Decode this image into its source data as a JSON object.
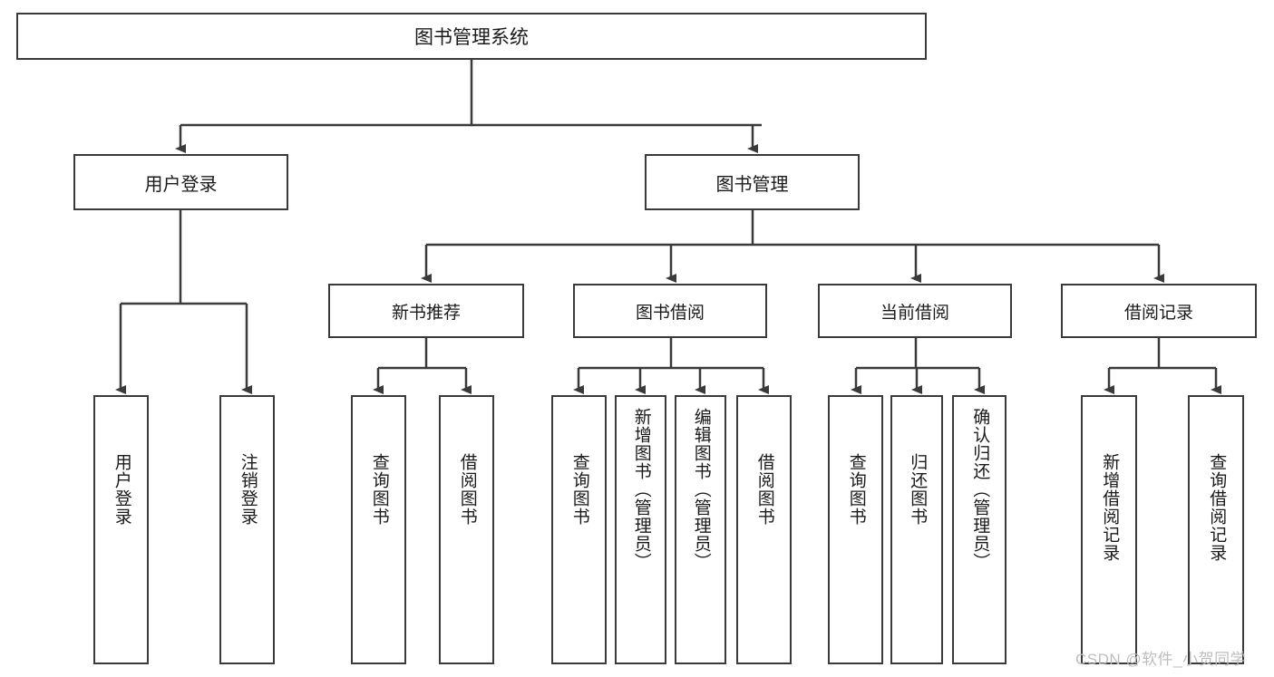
{
  "diagram": {
    "title": "图书管理系统",
    "type": "tree-hierarchy",
    "root": {
      "label": "图书管理系统"
    },
    "level2": [
      {
        "label": "用户登录"
      },
      {
        "label": "图书管理"
      }
    ],
    "level3": [
      {
        "label": "新书推荐"
      },
      {
        "label": "图书借阅"
      },
      {
        "label": "当前借阅"
      },
      {
        "label": "借阅记录"
      }
    ],
    "leaves": {
      "user_login": [
        {
          "label": "用户登录"
        },
        {
          "label": "注销登录"
        }
      ],
      "new_book_recommend": [
        {
          "label": "查询图书"
        },
        {
          "label": "借阅图书"
        }
      ],
      "book_borrow": [
        {
          "label": "查询图书"
        },
        {
          "label": "新增图书（管理员）"
        },
        {
          "label": "编辑图书（管理员）"
        },
        {
          "label": "借阅图书"
        }
      ],
      "current_borrow": [
        {
          "label": "查询图书"
        },
        {
          "label": "归还图书"
        },
        {
          "label": "确认归还（管理员）"
        }
      ],
      "borrow_record": [
        {
          "label": "新增借阅记录"
        },
        {
          "label": "查询借阅记录"
        }
      ]
    }
  },
  "watermark": {
    "text": "CSDN @软件_小贺同学"
  },
  "colors": {
    "border": "#3a3a3a",
    "text": "#1a1a1a",
    "background": "#ffffff",
    "watermark": "#bdbdbd"
  }
}
